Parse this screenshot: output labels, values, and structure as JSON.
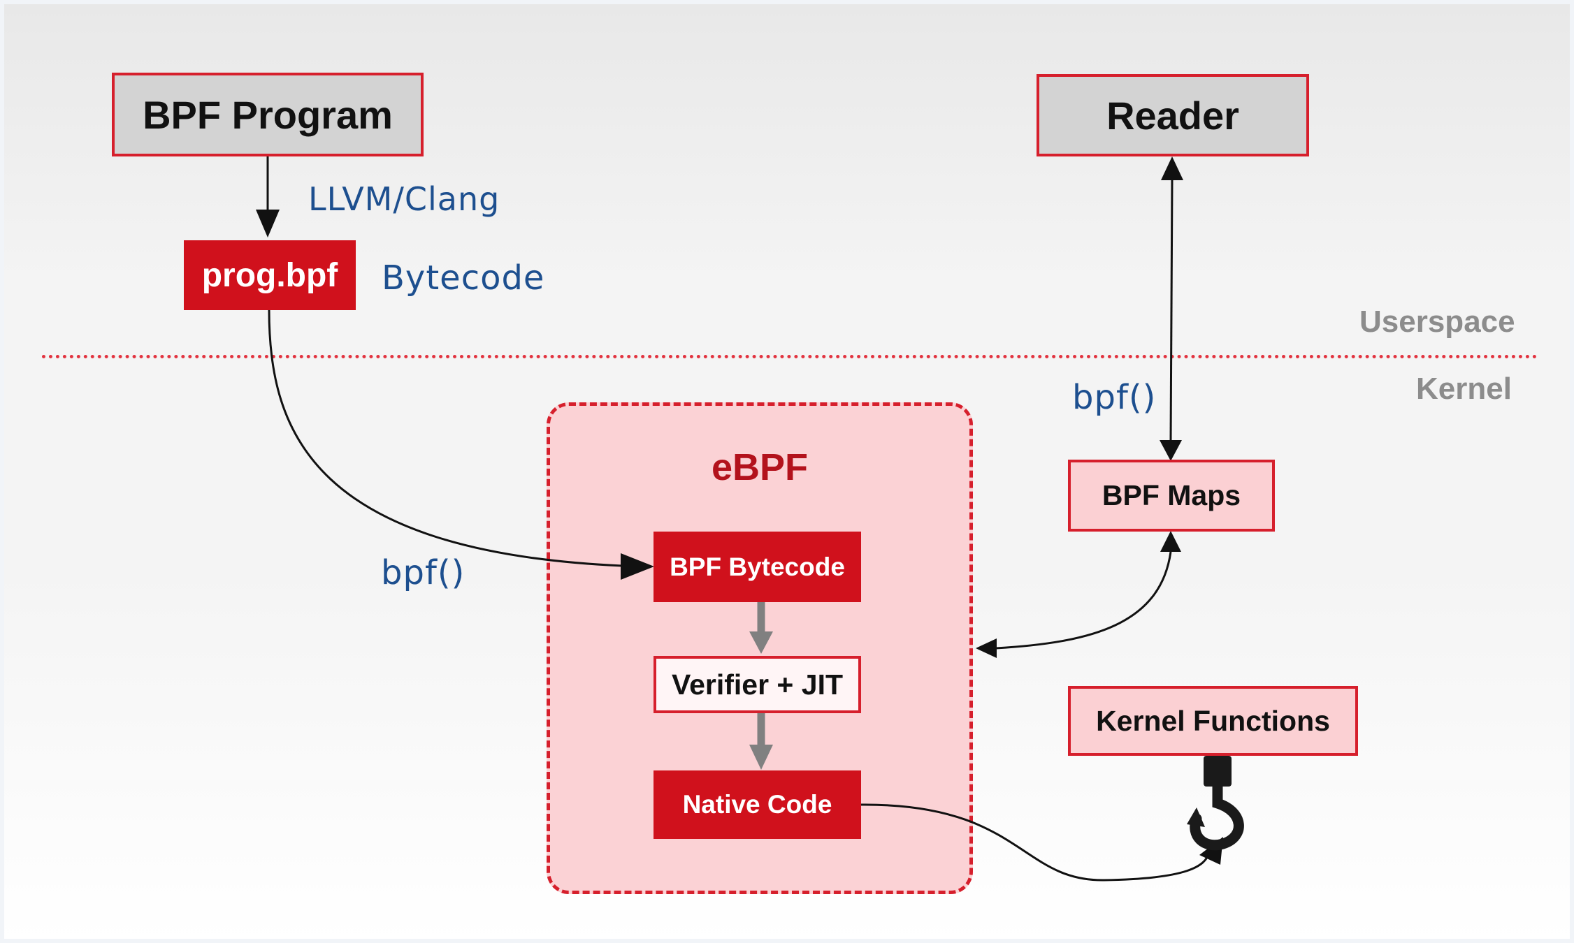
{
  "boxes": {
    "bpf_program": "BPF Program",
    "reader": "Reader",
    "prog_bpf": "prog.bpf",
    "bpf_bytecode": "BPF Bytecode",
    "verifier_jit": "Verifier + JIT",
    "native_code": "Native Code",
    "bpf_maps": "BPF Maps",
    "kernel_functions": "Kernel Functions"
  },
  "region": {
    "ebpf_title": "eBPF"
  },
  "labels": {
    "llvm_clang": "LLVM/Clang",
    "bytecode": "Bytecode",
    "bpf_call_left": "bpf()",
    "bpf_call_right": "bpf()"
  },
  "zones": {
    "userspace": "Userspace",
    "kernel": "Kernel"
  },
  "colors": {
    "accent_red": "#d0111c",
    "border_red": "#d61f2c",
    "pink_fill": "#fbd0d3",
    "gray_fill": "#d3d3d3",
    "handwritten_blue": "#1d4f8f",
    "zone_gray": "#8c8c8c"
  },
  "icons": {
    "hook": "hook-icon"
  }
}
